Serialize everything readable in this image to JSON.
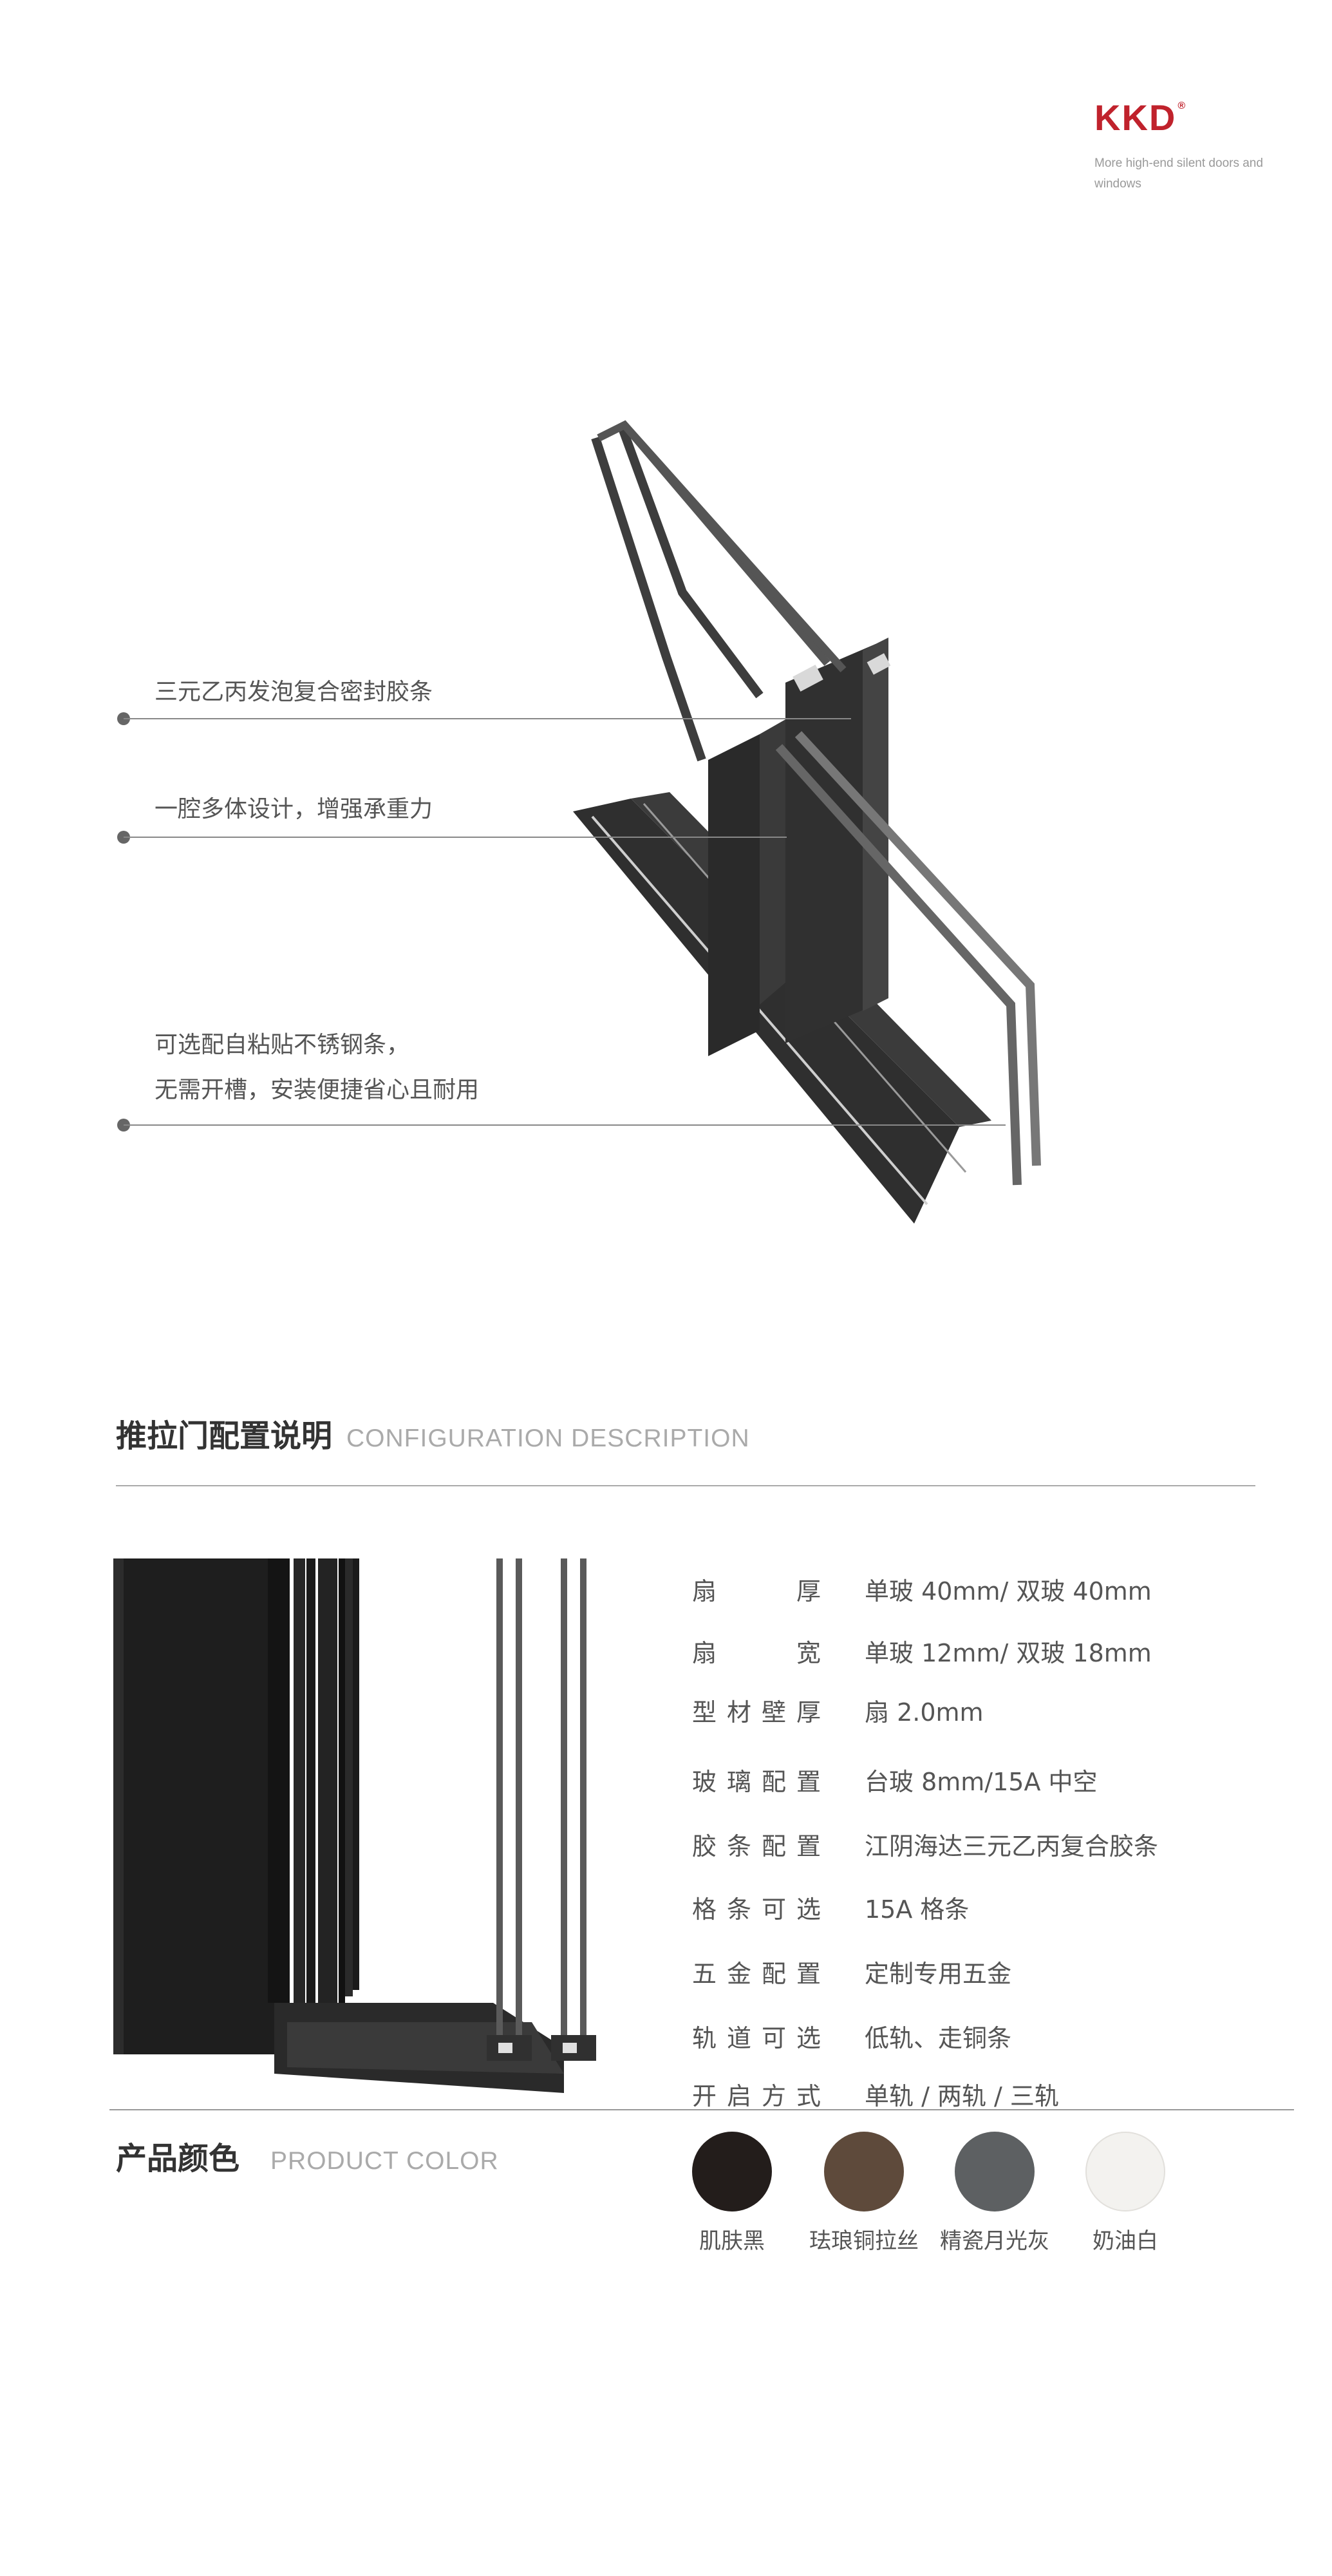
{
  "brand": {
    "logo": "KKD",
    "registered": "®",
    "tagline": "More high-end silent doors and windows"
  },
  "features": [
    {
      "text": "三元乙丙发泡复合密封胶条"
    },
    {
      "text": "一腔多体设计，增强承重力"
    },
    {
      "text": "可选配自粘贴不锈钢条，"
    },
    {
      "text": "无需开槽，安装便捷省心且耐用"
    }
  ],
  "config": {
    "title": "推拉门配置说明",
    "subtitle": "CONFIGURATION DESCRIPTION",
    "specs": [
      {
        "label": "扇厚",
        "value": "单玻 40mm/ 双玻 40mm"
      },
      {
        "label": "扇宽",
        "value": "单玻 12mm/ 双玻 18mm"
      },
      {
        "label": "型材壁厚",
        "value": "扇 2.0mm"
      },
      {
        "label": "玻璃配置",
        "value": "台玻 8mm/15A 中空"
      },
      {
        "label": "胶条配置",
        "value": "江阴海达三元乙丙复合胶条"
      },
      {
        "label": "格条可选",
        "value": "15A 格条"
      },
      {
        "label": "五金配置",
        "value": "定制专用五金"
      },
      {
        "label": "轨道可选",
        "value": "低轨、走铜条"
      },
      {
        "label": "开启方式",
        "value": "单轨 / 两轨 / 三轨"
      }
    ]
  },
  "colors": {
    "title": "产品颜色",
    "subtitle": "PRODUCT COLOR",
    "items": [
      {
        "name": "肌肤黑",
        "hex": "#231d1b"
      },
      {
        "name": "珐琅铜拉丝",
        "hex": "#5e4a3b"
      },
      {
        "name": "精瓷月光灰",
        "hex": "#5d6062"
      },
      {
        "name": "奶油白",
        "hex": "#f3f2ef"
      }
    ]
  }
}
